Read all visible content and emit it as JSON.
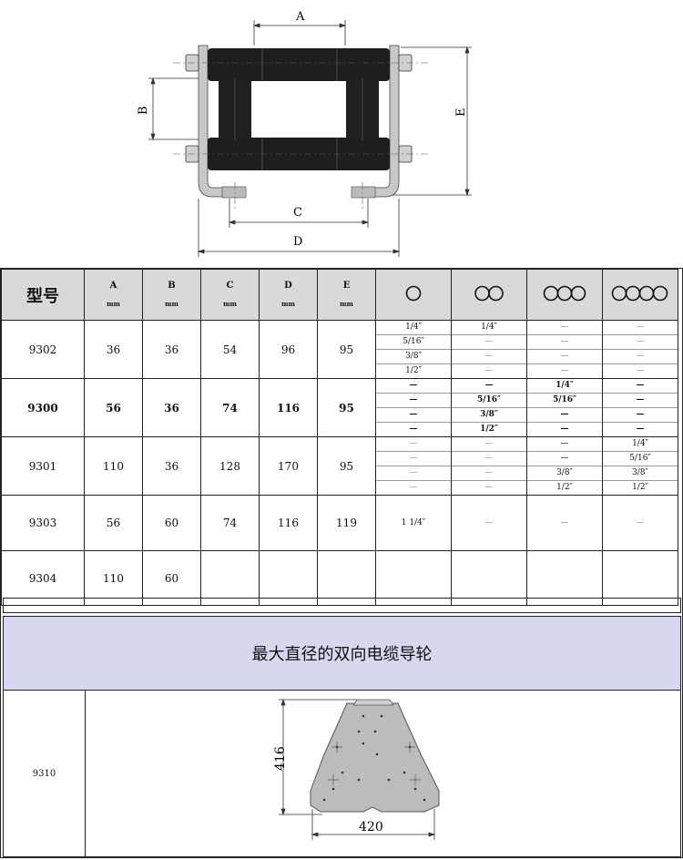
{
  "drawing": {
    "dimension_labels": {
      "a": "A",
      "b": "B",
      "c": "C",
      "d": "D",
      "e": "E"
    }
  },
  "table": {
    "model_header": "型号",
    "dimension_headers": [
      {
        "label": "A",
        "unit": "mm"
      },
      {
        "label": "B",
        "unit": "mm"
      },
      {
        "label": "C",
        "unit": "mm"
      },
      {
        "label": "D",
        "unit": "mm"
      },
      {
        "label": "E",
        "unit": "mm"
      }
    ],
    "cable_headers": [
      "1-cable",
      "2-cable",
      "3-cable",
      "4-cable"
    ],
    "rows": [
      {
        "model": "9302",
        "A": "36",
        "B": "36",
        "C": "54",
        "D": "96",
        "E": "95",
        "cables": [
          [
            "1/4″",
            "5/16″",
            "3/8″",
            "1/2″"
          ],
          [
            "1/4″",
            "—",
            "—",
            "—"
          ],
          [
            "—",
            "—",
            "—",
            "—"
          ],
          [
            "—",
            "—",
            "—",
            "—"
          ]
        ]
      },
      {
        "model": "9300",
        "A": "56",
        "B": "36",
        "C": "74",
        "D": "116",
        "E": "95",
        "cables": [
          [
            "—",
            "—",
            "—",
            "—"
          ],
          [
            "—",
            "5/16″",
            "3/8″",
            "1/2″"
          ],
          [
            "1/4″",
            "5/16″",
            "—",
            "—"
          ],
          [
            "—",
            "—",
            "—",
            "—"
          ]
        ]
      },
      {
        "model": "9301",
        "A": "110",
        "B": "36",
        "C": "128",
        "D": "170",
        "E": "95",
        "cables": [
          [
            "—",
            "—",
            "—",
            "—"
          ],
          [
            "—",
            "—",
            "—",
            "—"
          ],
          [
            "—",
            "—",
            "3/8″",
            "1/2″"
          ],
          [
            "1/4″",
            "5/16″",
            "3/8″",
            "1/2″"
          ]
        ]
      },
      {
        "model": "9303",
        "A": "56",
        "B": "60",
        "C": "74",
        "D": "116",
        "E": "119",
        "single": [
          "1 1/4″",
          "—",
          "—",
          "—"
        ]
      },
      {
        "model": "9304",
        "A": "110",
        "B": "60",
        "C": "",
        "D": "",
        "E": "",
        "single": [
          "",
          "",
          "",
          ""
        ]
      }
    ]
  },
  "bottom": {
    "heading": "最大直径的双向电缆导轮",
    "model": "9310",
    "height_label": "416",
    "width_label": "420"
  }
}
